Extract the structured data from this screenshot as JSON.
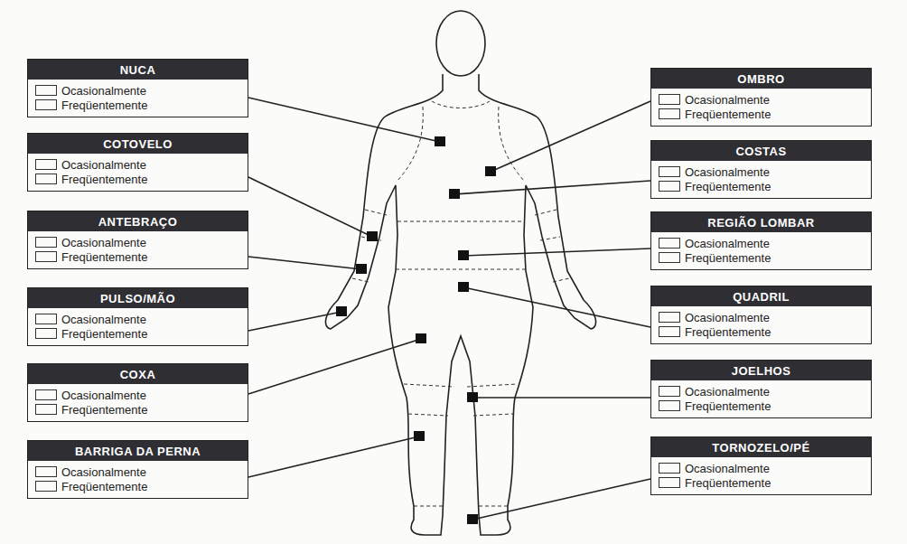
{
  "diagram": {
    "nodes": [
      {
        "text": [
          "NUCA",
          "Ocasionalmente",
          "Freqüentemente"
        ]
      },
      {
        "text": [
          "COTOVELO",
          "Ocasionalmente",
          "Freqüentemente"
        ]
      },
      {
        "text": [
          "ANTEBRAÇO",
          "Ocasionalmente",
          "Freqüentemente"
        ]
      },
      {
        "text": [
          "PULSO/MÃO",
          "Ocasionalmente",
          "Freqüentemente"
        ]
      },
      {
        "text": [
          "COXA",
          "Ocasionalmente",
          "Freqüentemente"
        ]
      },
      {
        "text": [
          "BARRIGA DA PERNA",
          "Ocasionalmente",
          "Freqüentemente"
        ]
      },
      {
        "text": [
          "OMBRO",
          "Ocasionalmente",
          "Freqüentemente"
        ]
      },
      {
        "text": [
          "COSTAS",
          "Ocasionalmente",
          "Freqüentemente"
        ]
      },
      {
        "text": [
          "REGIÃO LOMBAR",
          "Ocasionalmente",
          "Freqüentemente"
        ]
      },
      {
        "text": [
          "QUADRIL",
          "Ocasionalmente",
          "Freqüentemente"
        ]
      },
      {
        "text": [
          "JOELHOS",
          "Ocasionalmente",
          "Freqüentemente"
        ]
      },
      {
        "text": [
          "TORNOZELO/PÉ",
          "Ocasionalmente",
          "Freqüentemente"
        ]
      }
    ]
  }
}
